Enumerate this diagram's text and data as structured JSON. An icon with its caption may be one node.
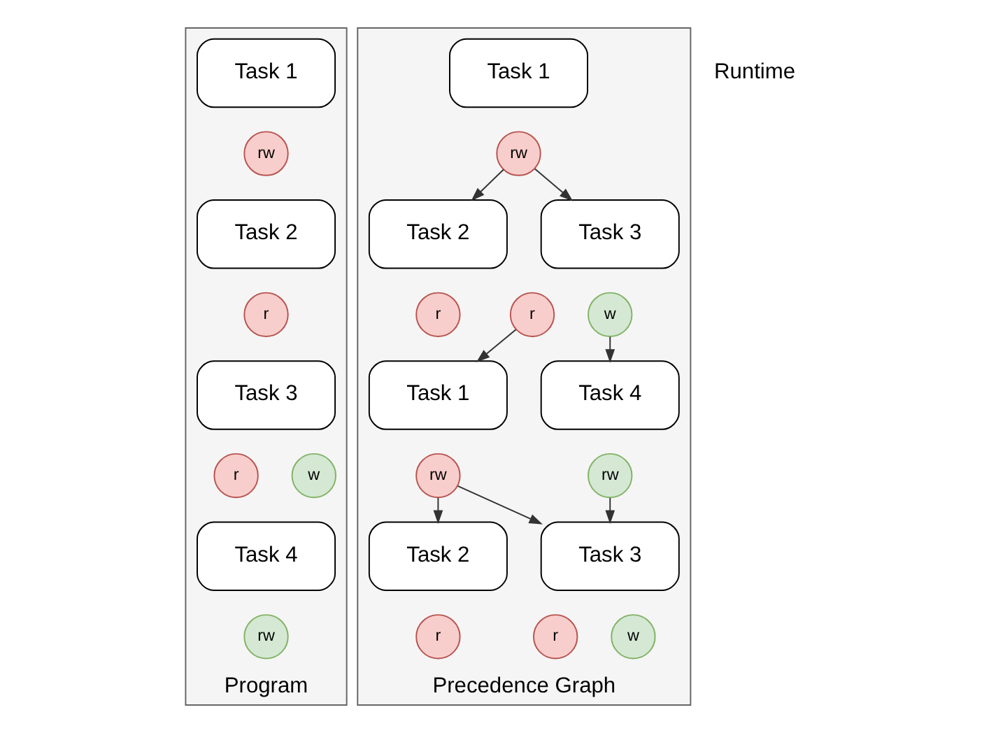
{
  "diagram": {
    "nodes": [
      {
        "text": [
          "Program"
        ]
      },
      {
        "text": [
          "Task 1"
        ],
        "in": 0
      },
      {
        "text": [
          "rw"
        ],
        "in": 0
      },
      {
        "text": [
          "Task 2"
        ],
        "in": 0
      },
      {
        "text": [
          "r"
        ],
        "in": 0
      },
      {
        "text": [
          "Task 3"
        ],
        "in": 0
      },
      {
        "text": [
          "r"
        ],
        "in": 0
      },
      {
        "text": [
          "w"
        ],
        "in": 0
      },
      {
        "text": [
          "Task 4"
        ],
        "in": 0
      },
      {
        "text": [
          "rw"
        ],
        "in": 0
      },
      {
        "text": [
          "Precedence Graph"
        ]
      },
      {
        "text": [
          "Task 1"
        ],
        "in": 10
      },
      {
        "text": [
          "rw"
        ],
        "in": 10
      },
      {
        "text": [
          "Task 2"
        ],
        "in": 10
      },
      {
        "text": [
          "r"
        ],
        "in": 10
      },
      {
        "text": [
          "Task 3"
        ],
        "in": 10
      },
      {
        "text": [
          "r"
        ],
        "in": 10
      },
      {
        "text": [
          "w"
        ],
        "in": 10
      },
      {
        "text": [
          "Task 1"
        ],
        "in": 10
      },
      {
        "text": [
          "rw"
        ],
        "in": 10
      },
      {
        "text": [
          "Task 4"
        ],
        "in": 10
      },
      {
        "text": [
          "rw"
        ],
        "in": 10
      },
      {
        "text": [
          "Task 2"
        ],
        "in": 10
      },
      {
        "text": [
          "r"
        ],
        "in": 10
      },
      {
        "text": [
          "Task 3"
        ],
        "in": 10
      },
      {
        "text": [
          "r"
        ],
        "in": 10
      },
      {
        "text": [
          "w"
        ],
        "in": 10
      }
    ],
    "edges": [
      {
        "from": 12,
        "to": 13,
        "arrow": "to"
      },
      {
        "from": 12,
        "to": 15,
        "arrow": "to"
      },
      {
        "from": 16,
        "to": 18,
        "arrow": "to"
      },
      {
        "from": 17,
        "to": 20,
        "arrow": "to"
      },
      {
        "from": 19,
        "to": 22,
        "arrow": "to"
      },
      {
        "from": 19,
        "to": 24,
        "arrow": "to"
      },
      {
        "from": 21,
        "to": 24,
        "arrow": "to"
      }
    ],
    "labels": [
      "Runtime"
    ]
  }
}
